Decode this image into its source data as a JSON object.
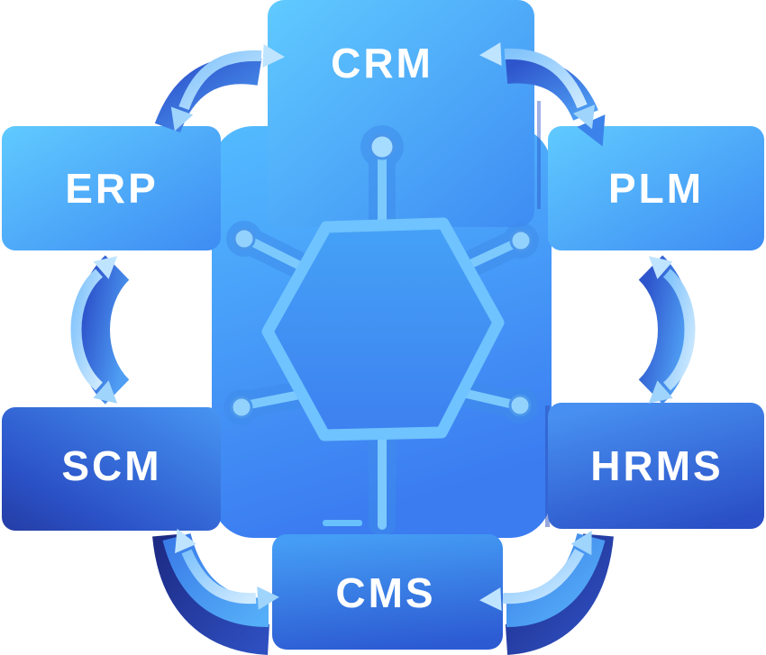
{
  "diagram": {
    "description": "Enterprise software integration diagram: six systems around a central processor chip, linked by bidirectional curved arrows",
    "nodes": [
      {
        "id": "crm",
        "label": "CRM",
        "position": "top-center"
      },
      {
        "id": "erp",
        "label": "ERP",
        "position": "upper-left"
      },
      {
        "id": "plm",
        "label": "PLM",
        "position": "upper-right"
      },
      {
        "id": "scm",
        "label": "SCM",
        "position": "lower-left"
      },
      {
        "id": "hrms",
        "label": "HRMS",
        "position": "lower-right"
      },
      {
        "id": "cms",
        "label": "CMS",
        "position": "bottom-center"
      }
    ],
    "center_icon": "hexagon-chip-icon",
    "connections": [
      {
        "from": "erp",
        "to": "crm",
        "bidirectional": true
      },
      {
        "from": "crm",
        "to": "plm",
        "bidirectional": true
      },
      {
        "from": "erp",
        "to": "scm",
        "bidirectional": true
      },
      {
        "from": "plm",
        "to": "hrms",
        "bidirectional": true
      },
      {
        "from": "scm",
        "to": "cms",
        "bidirectional": true
      },
      {
        "from": "cms",
        "to": "hrms",
        "bidirectional": true
      }
    ],
    "colors": {
      "light_blue": "#60caff",
      "primary_blue": "#3e8cf3",
      "deep_blue": "#2c55cc",
      "navy": "#1d2b85",
      "arrow_light": "#bfe4ff",
      "icon_stroke": "#6fc3fe",
      "label_text": "#ffffff"
    }
  }
}
